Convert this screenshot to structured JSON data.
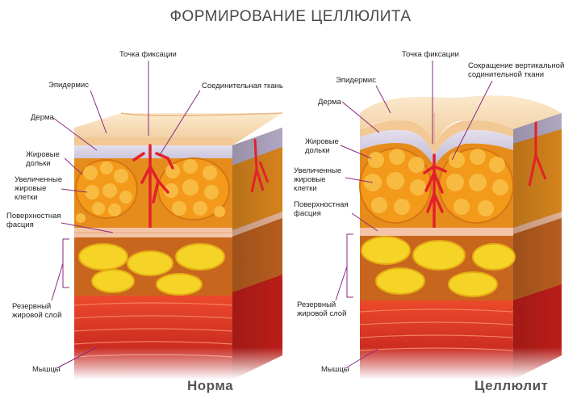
{
  "title": "ФОРМИРОВАНИЕ ЦЕЛЛЮЛИТА",
  "left": {
    "caption": "Норма",
    "labels": {
      "fixation_point": "Точка фиксации",
      "epidermis": "Эпидермис",
      "connective_tissue": "Соединительная ткань",
      "dermis": "Дерма",
      "fat_lobules": "Жировые\nдольки",
      "enlarged_fat_cells": "Увеличенные\nжировые\nклетки",
      "superficial_fascia": "Поверхностная\nфасция",
      "reserve_fat_layer": "Резервный\nжировой слой",
      "muscles": "Мышцы"
    }
  },
  "right": {
    "caption": "Целлюлит",
    "labels": {
      "fixation_point": "Точка фиксации",
      "vertical_contraction": "Сокращение вертикальной\nсодинительной ткани",
      "epidermis": "Эпидермис",
      "dermis": "Дерма",
      "fat_lobules": "Жировые\nдольки",
      "enlarged_fat_cells": "Увеличенные\nжировые\nклетки",
      "superficial_fascia": "Поверхностная\nфасция",
      "reserve_fat_layer": "Резервный\nжировой слой",
      "muscles": "Мышцы"
    }
  },
  "colors": {
    "epidermis": "#f6d9b2",
    "dermis": "#cfc9dc",
    "lobule_fill": "#f29b1f",
    "lobule_cell": "#f7b53c",
    "fascia": "#f3c4a6",
    "reserve_bg": "#c8661d",
    "reserve_blob": "#f5d327",
    "muscle": "#d7261f",
    "connective": "#e4202a",
    "leader": "#8a2a7f"
  }
}
